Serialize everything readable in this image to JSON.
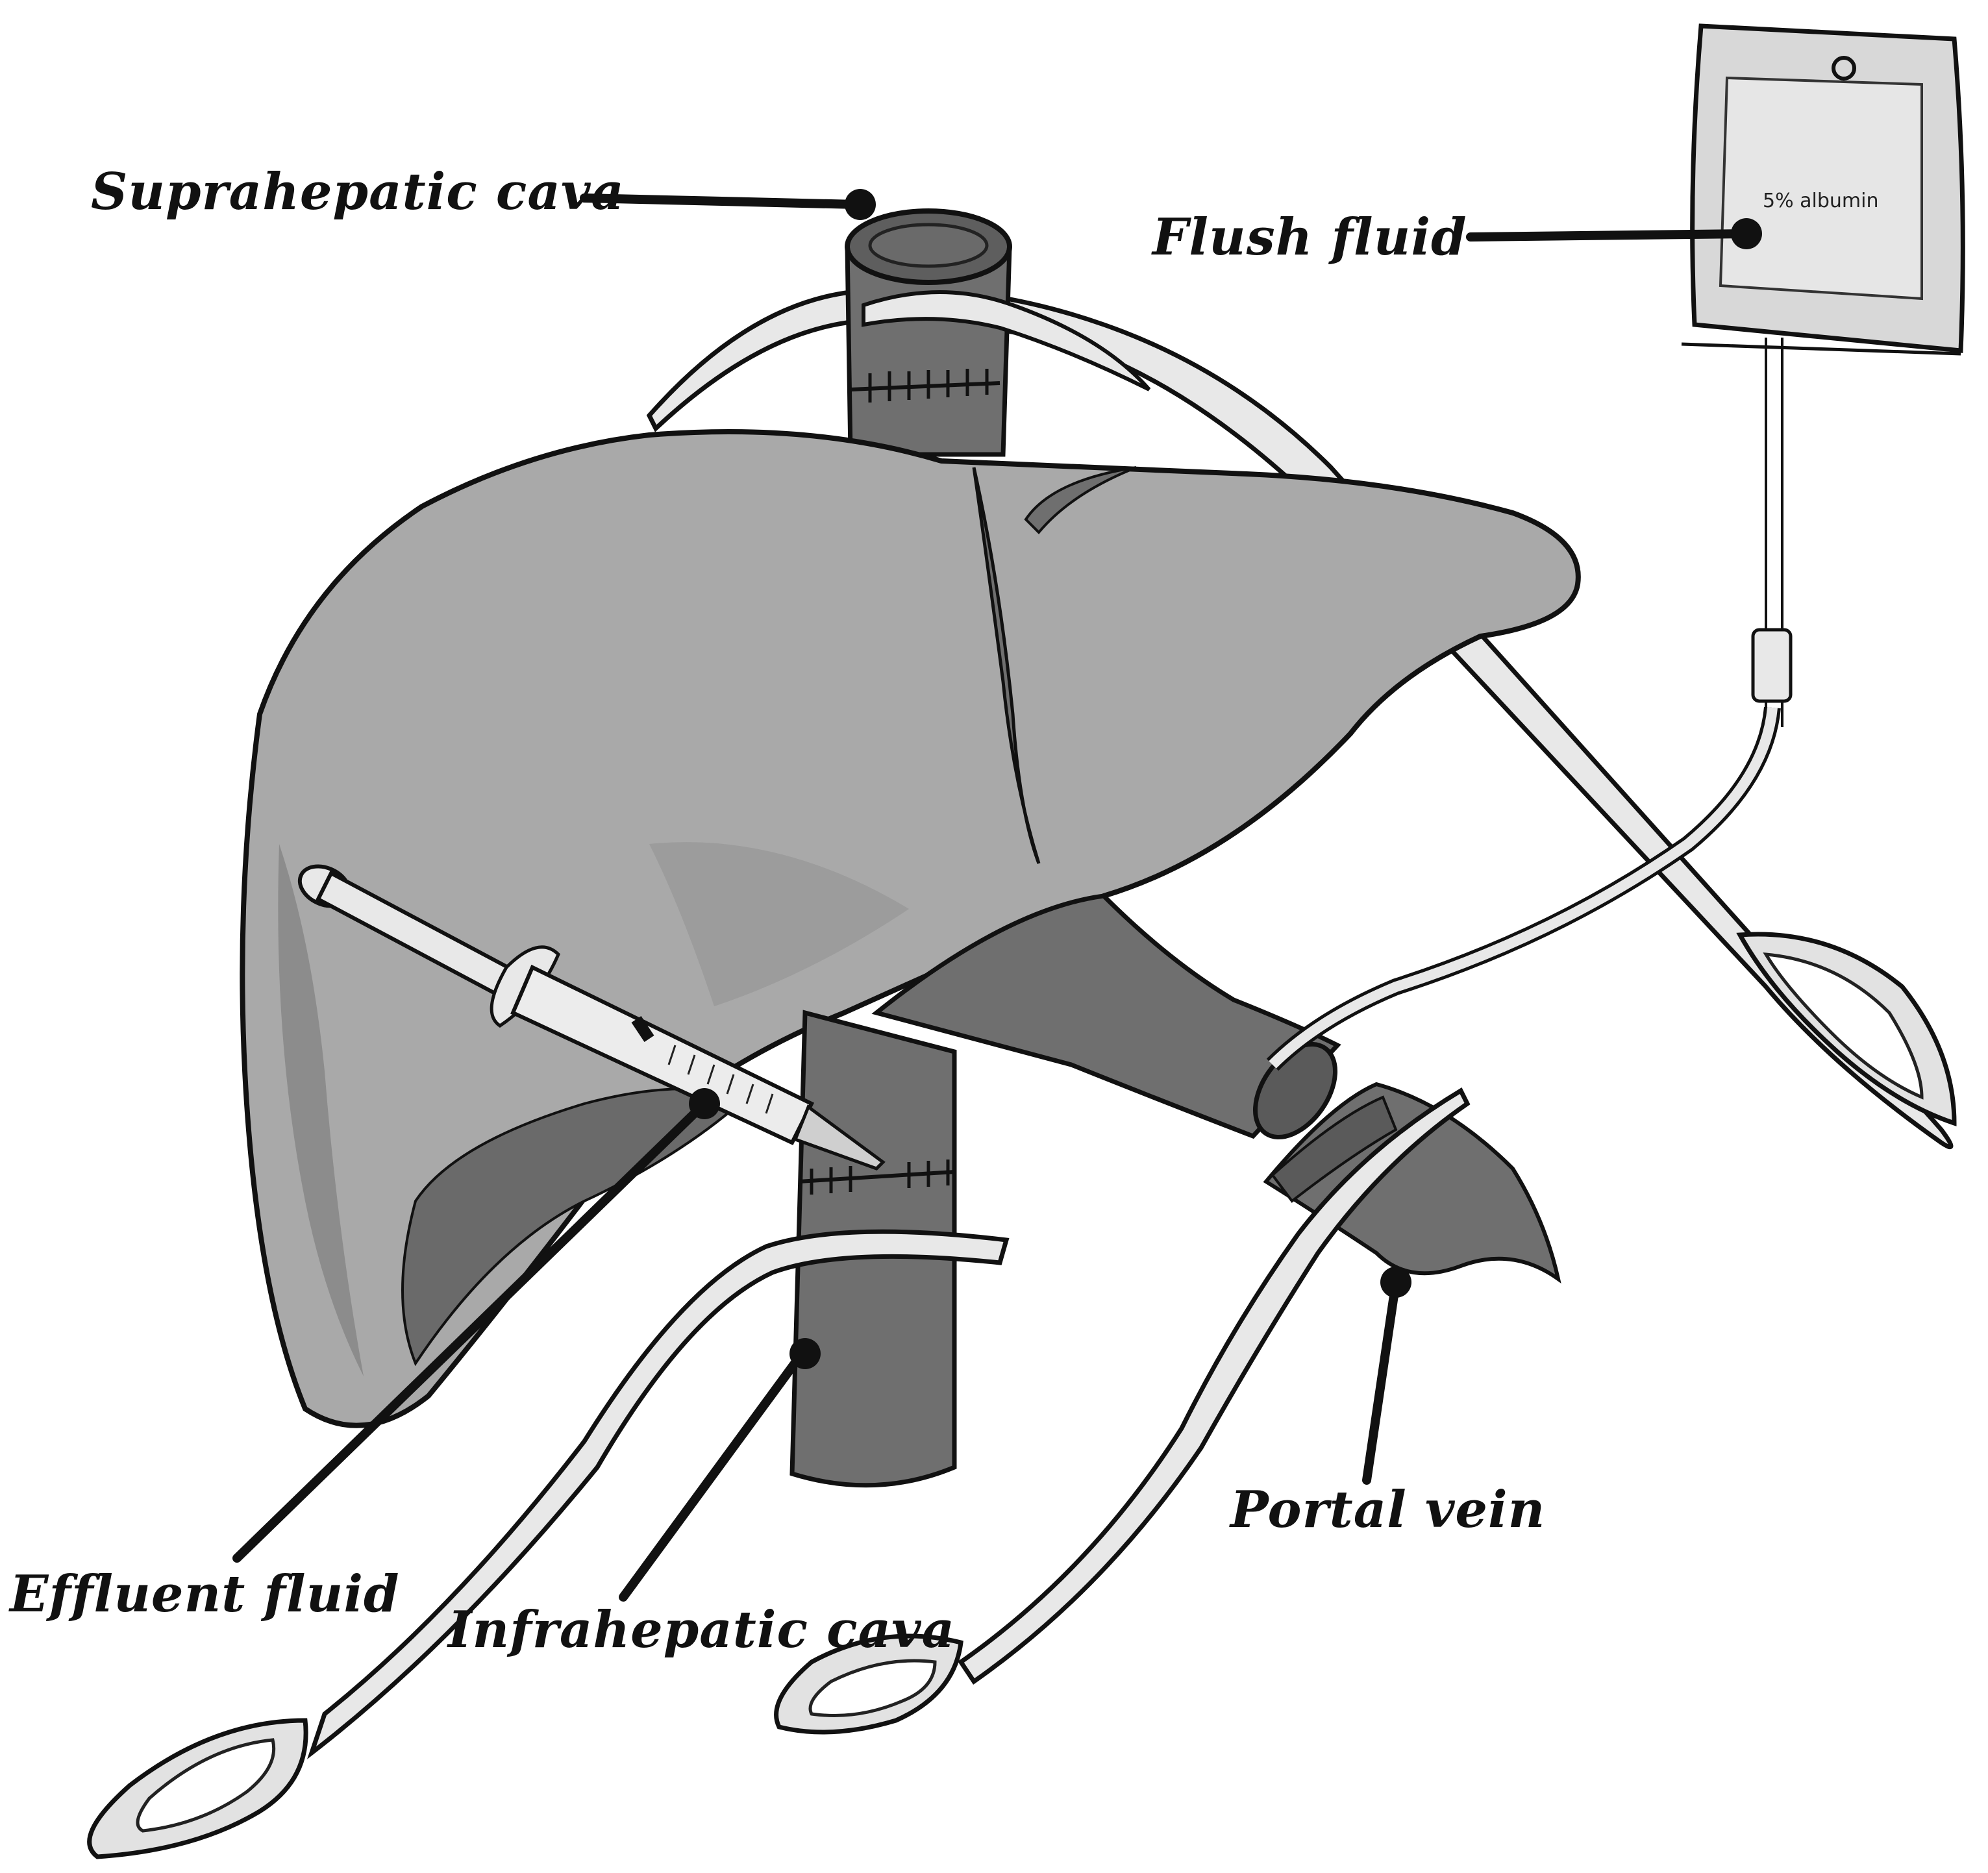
{
  "labels": {
    "suprahepatic_cava": "Suprahepatic cava",
    "flush_fluid": "Flush fluid",
    "effluent_fluid": "Effluent fluid",
    "infrahepatic_cava": "Infrahepatic cava",
    "portal_vein": "Portal vein"
  },
  "bag": {
    "content": "5% albumin"
  },
  "colors": {
    "liver": "#a9a9a9",
    "liver_shadow": "#8a8a8a",
    "vessel": "#6f6f6f",
    "vessel_dark": "#5a5a5a",
    "instrument": "#e8e8e8",
    "outline": "#111111",
    "bag": "#d8d8d8"
  }
}
